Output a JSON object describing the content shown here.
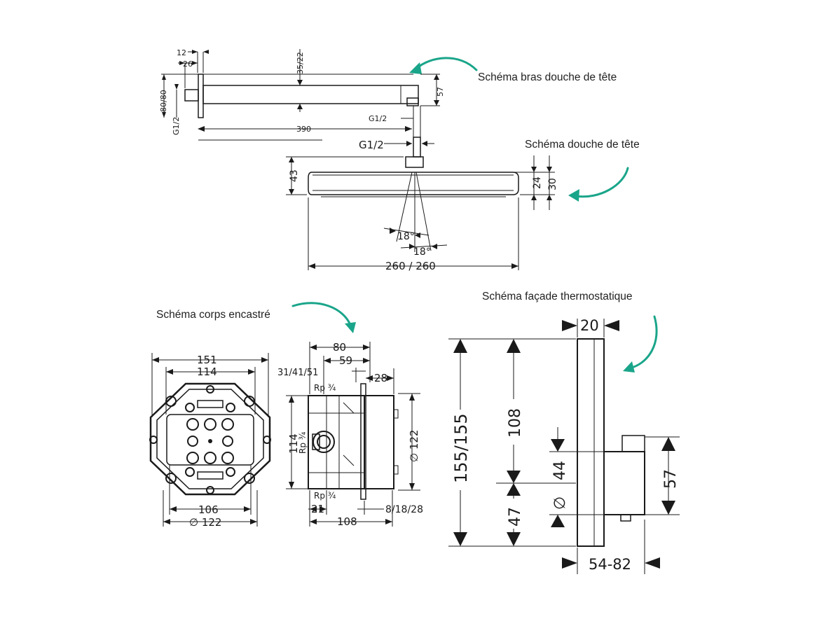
{
  "captions": {
    "shower_arm": "Schéma bras douche de tête",
    "head_shower": "Schéma douche de tête",
    "body": "Schéma corps encastré",
    "thermostatic": "Schéma façade thermostatique"
  },
  "arm_dims": {
    "d12": "12",
    "d26": "26",
    "d35_22": "35/22",
    "d80_80": "80/80",
    "g12_left": "G1/2",
    "g12_right": "G1/2",
    "d57": "57",
    "d390": "390"
  },
  "head_dims": {
    "g12": "G1/2",
    "d43": "43",
    "d24": "24",
    "d30": "30",
    "angle_a": "18°",
    "angle_b": "18°",
    "d260": "260 / 260"
  },
  "body_front": {
    "d151": "151",
    "d114": "114",
    "d106": "106",
    "d122": "∅ 122"
  },
  "body_side": {
    "d80": "80",
    "d59": "59",
    "d31": "31/41/51",
    "d28": "28",
    "rp_top": "Rp ¾",
    "rp_mid": "Rp ¾",
    "rp_bot": "Rp ¾",
    "d114v": "114",
    "d122v": "∅ 122",
    "d21": "21",
    "d108": "108",
    "d8": "8/18/28"
  },
  "thermo": {
    "d20": "20",
    "d155": "155/155",
    "d108": "108",
    "d44": "44",
    "dia": "∅",
    "d47": "47",
    "d57": "57",
    "d54": "54-82"
  },
  "colors": {
    "arrow_accent": "#1aa58a",
    "line": "#1a1a1a"
  }
}
